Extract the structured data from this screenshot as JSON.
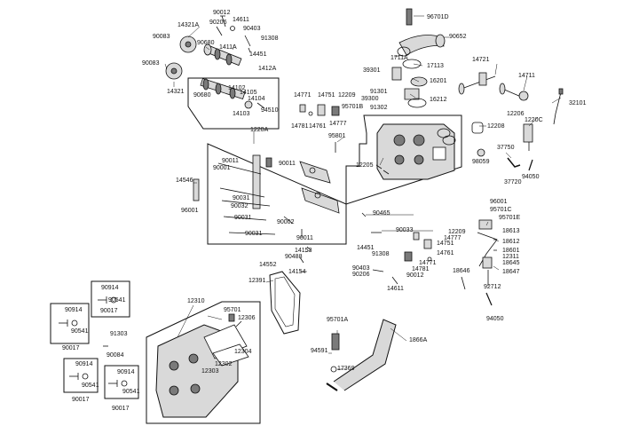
{
  "colors": {
    "ink": "#111111",
    "part_fill": "#d9d9d9",
    "part_dark": "#7a7a7a",
    "background": "#ffffff"
  },
  "labels": [
    "90012",
    "14611",
    "90206",
    "90403",
    "91308",
    "14321A",
    "90083",
    "90680",
    "1411A",
    "14451",
    "90083",
    "14321",
    "1412A",
    "14102",
    "14105",
    "14104",
    "90680",
    "94510",
    "14103",
    "96701D",
    "90652",
    "1711A",
    "17113",
    "39301",
    "16201",
    "14721",
    "14711",
    "32101",
    "91301",
    "39300",
    "16212",
    "95701B",
    "91302",
    "14771",
    "14751",
    "12209",
    "14781",
    "14761",
    "14777",
    "12206",
    "1220C",
    "12208",
    "37750",
    "98059",
    "37720",
    "94050",
    "1220A",
    "95801",
    "12205",
    "90011",
    "90001",
    "90011",
    "14546",
    "96001",
    "90031",
    "90032",
    "90031",
    "90002",
    "90031",
    "90011",
    "90465",
    "90033",
    "12209",
    "14777",
    "14751",
    "14761",
    "96001",
    "95701C",
    "95701E",
    "18613",
    "18612",
    "18601",
    "12311",
    "18645",
    "14153",
    "14154",
    "90488",
    "14552",
    "14451",
    "91308",
    "14771",
    "14781",
    "90403",
    "90206",
    "14611",
    "90012",
    "18646",
    "18647",
    "92712",
    "94050",
    "12391",
    "90914",
    "90541",
    "90017",
    "90914",
    "90541",
    "90017",
    "12310",
    "95701",
    "12306",
    "12304",
    "12302",
    "12303",
    "91303",
    "90084",
    "95701A",
    "94591",
    "17369",
    "1866A",
    "90914",
    "90541",
    "90017",
    "90914",
    "90541",
    "90017"
  ]
}
